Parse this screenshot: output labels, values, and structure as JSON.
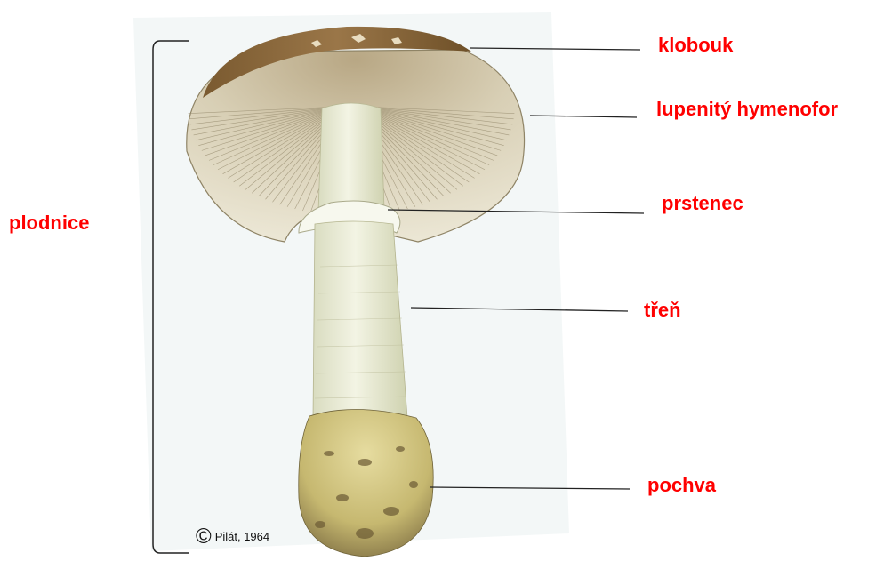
{
  "labels": {
    "group": "plodnice",
    "cap": "klobouk",
    "gills": "lupenitý hymenofor",
    "ring": "prstenec",
    "stem": "třeň",
    "volva": "pochva"
  },
  "credit": {
    "symbol": "©",
    "text": "Pilát, 1964"
  },
  "colors": {
    "label": "#ff0000",
    "cap_top": "#8a6a3c",
    "gills": "#d9d1ba",
    "stem": "#eef0da",
    "volva": "#c9c07a",
    "line": "#222222"
  }
}
